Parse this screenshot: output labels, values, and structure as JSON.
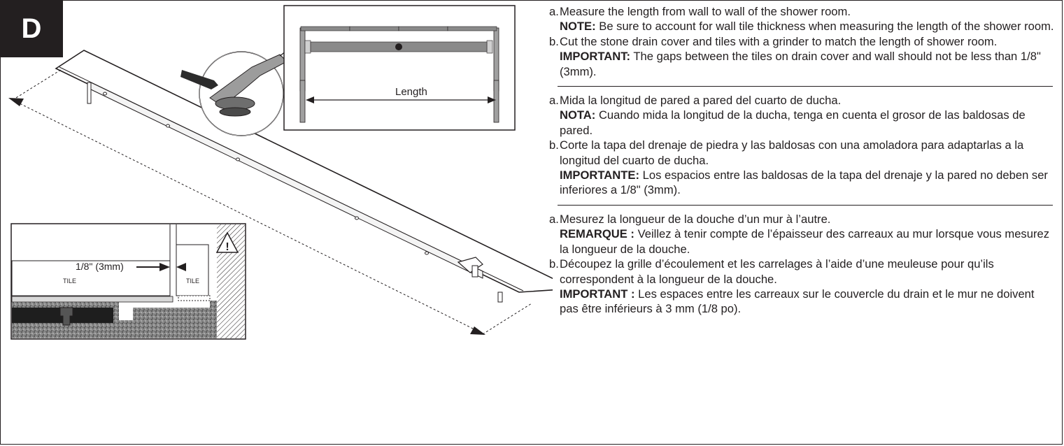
{
  "step": "D",
  "diagram": {
    "length_label": "Length",
    "gap_label": "1/8\" (3mm)",
    "tile_left": "TILE",
    "tile_right": "TILE",
    "warning_symbol": "!"
  },
  "instructions": [
    {
      "lang": "en",
      "a_marker": "a.",
      "a_text": "Measure the length from wall to wall of the shower room.",
      "a_note_label": "NOTE:",
      "a_note_text": "Be sure to account for wall tile thickness when measuring the length of the shower room.",
      "b_marker": "b.",
      "b_text": "Cut the stone drain cover and tiles with a grinder to match the length of shower room.",
      "b_note_label": "IMPORTANT:",
      "b_note_text": "The gaps between the tiles on drain cover and wall should not be less than 1/8\" (3mm)."
    },
    {
      "lang": "es",
      "a_marker": "a.",
      "a_text": "Mida la longitud de pared a pared del cuarto de ducha.",
      "a_note_label": "NOTA:",
      "a_note_text": "Cuando mida la longitud de la ducha, tenga en cuenta el grosor de las baldosas de pared.",
      "b_marker": "b.",
      "b_text": "Corte la tapa del drenaje de piedra y las baldosas con una amoladora para adaptarlas a la longitud del cuarto de ducha.",
      "b_note_label": "IMPORTANTE:",
      "b_note_text": "Los espacios entre las baldosas de la tapa del drenaje y la pared no deben ser inferiores a 1/8\" (3mm)."
    },
    {
      "lang": "fr",
      "a_marker": "a.",
      "a_text": "Mesurez la longueur de la douche d’un mur à l’autre.",
      "a_note_label": "REMARQUE :",
      "a_note_text": "Veillez à tenir compte de l’épaisseur des carreaux au mur lorsque vous mesurez la longueur de la douche.",
      "b_marker": "b.",
      "b_text": "Découpez la grille d’écoulement et les carrelages à l’aide d’une meuleuse pour qu’ils correspondent à la longueur de la douche.",
      "b_note_label": "IMPORTANT :",
      "b_note_text": "Les espaces entre les carreaux sur le couvercle du drain et le mur ne doivent pas être inférieurs à 3 mm (1/8 po)."
    }
  ]
}
